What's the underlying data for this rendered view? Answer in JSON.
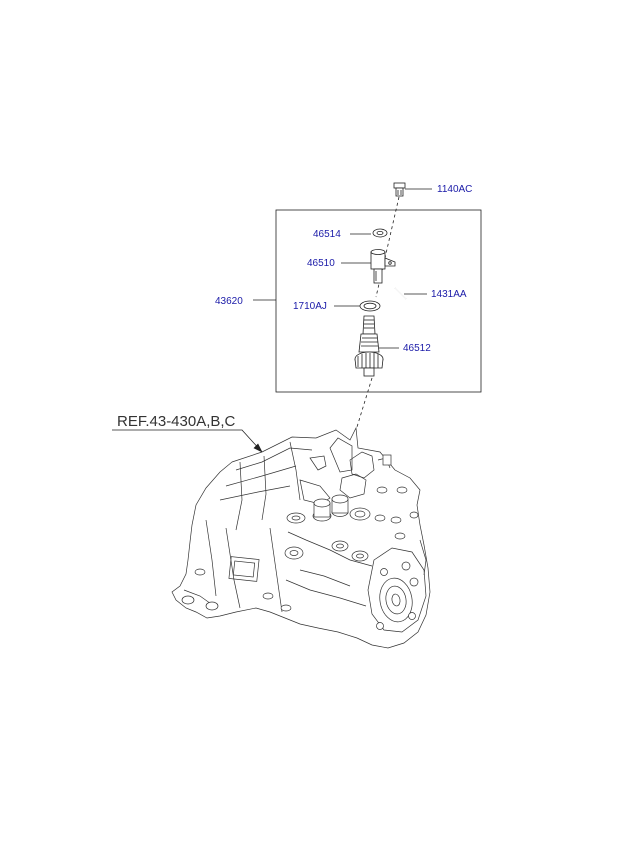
{
  "callouts": {
    "bolt": "1140AC",
    "nut": "46514",
    "sensor": "46510",
    "assembly": "43620",
    "pin": "1431AA",
    "oring": "1710AJ",
    "gear": "46512"
  },
  "reference": "REF.43-430A,B,C",
  "colors": {
    "label": "#1a1aa8",
    "reference": "#333333",
    "line": "#222222"
  }
}
